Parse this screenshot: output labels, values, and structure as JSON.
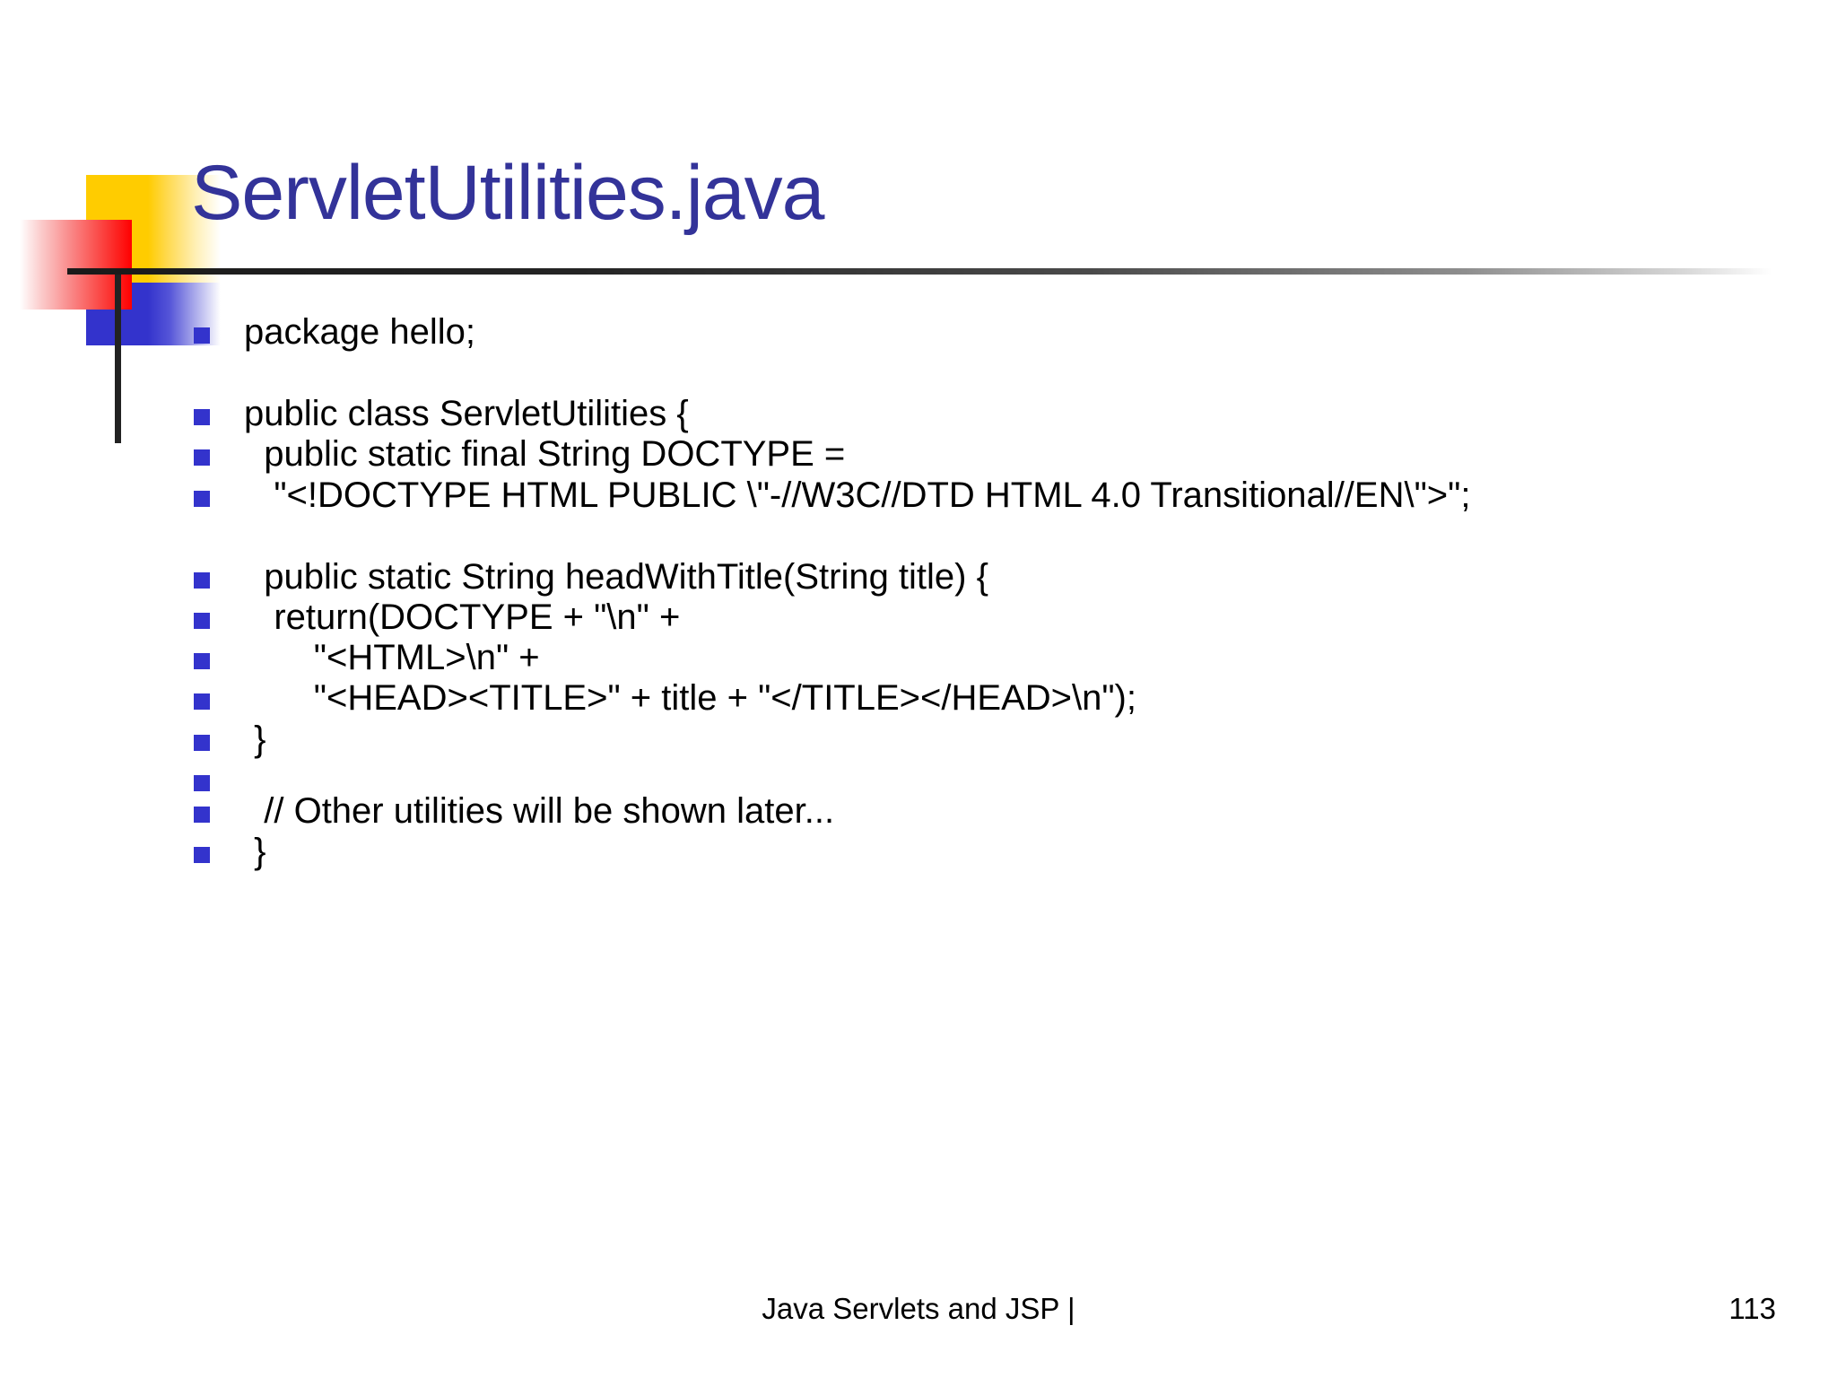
{
  "slide": {
    "title": "ServletUtilities.java",
    "title_color": "#333399",
    "bullet_color": "#3333CC",
    "background": "#ffffff",
    "logo": {
      "yellow": "#FFCC00",
      "red": "#FF0000",
      "blue": "#3333CC",
      "cross": "#222222"
    },
    "bullets": [
      {
        "text": "package hello;"
      },
      {
        "text": "public class ServletUtilities {"
      },
      {
        "text": "  public static final String DOCTYPE ="
      },
      {
        "text": "   \"<!DOCTYPE HTML PUBLIC \\\"-//W3C//DTD HTML 4.0 Transitional//EN\\\">\";"
      },
      {
        "text": "  public static String headWithTitle(String title) {"
      },
      {
        "text": "   return(DOCTYPE + \"\\n\" +"
      },
      {
        "text": "       \"<HTML>\\n\" +"
      },
      {
        "text": "       \"<HEAD><TITLE>\" + title + \"</TITLE></HEAD>\\n\");"
      },
      {
        "text": " }"
      },
      {
        "text": ""
      },
      {
        "text": "  // Other utilities will be shown later..."
      },
      {
        "text": " }"
      }
    ],
    "footer": {
      "text": "Java Servlets and JSP |",
      "page_number": "113"
    }
  }
}
